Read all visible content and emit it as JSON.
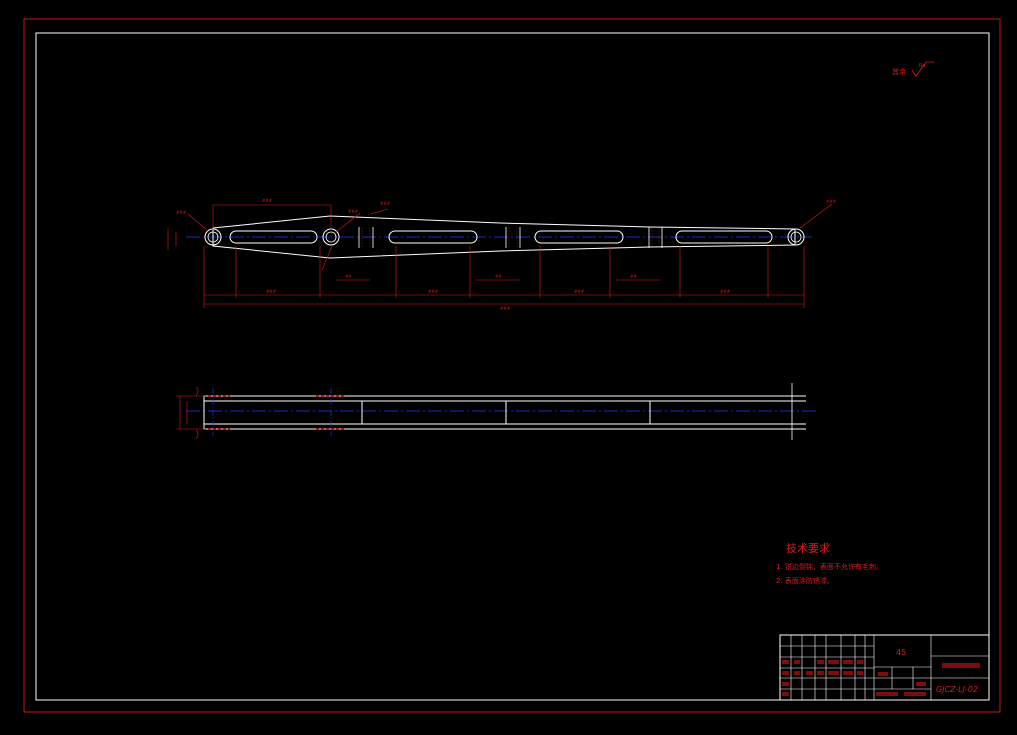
{
  "colors": {
    "background": "#000000",
    "frame": "#d21414",
    "outline": "#ffffff",
    "centerline": "#1f3dff",
    "dimension": "#e01818",
    "title_text": "#e01818"
  },
  "drawing": {
    "material": "45",
    "drawing_number": "GJCZ-LJ-02"
  },
  "notes": {
    "tech_title": "技术要求",
    "tech_items": [
      "1. 锐边倒钝，表面不允许有毛刺。",
      "2. 表面涂防锈漆。"
    ]
  }
}
